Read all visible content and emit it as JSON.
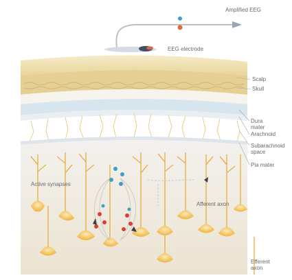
{
  "labels": {
    "amplified_eeg": "Amplified EEG",
    "eeg_electrode": "EEG electrode",
    "scalp": "Scalp",
    "skull": "Skull",
    "dura_mater": "Dura mater",
    "arachnoid": "Arachnoid",
    "subarachnoid_space": "Subarachnoid space",
    "pia_mater": "Pia mater",
    "active_synapses": "Active synapses",
    "afferent_axon": "Afferent axon",
    "efferent_axon": "Efferent axon"
  },
  "colors": {
    "scalp": "#f1e3b4",
    "skull": "#d9c184",
    "dura": "#cfe0ea",
    "cortex": "#efe9dd",
    "neuron": "#f2b43a",
    "ion_positive": "#d94033",
    "ion_negative": "#3aa0c9",
    "arrow": "#9aa6b8"
  }
}
